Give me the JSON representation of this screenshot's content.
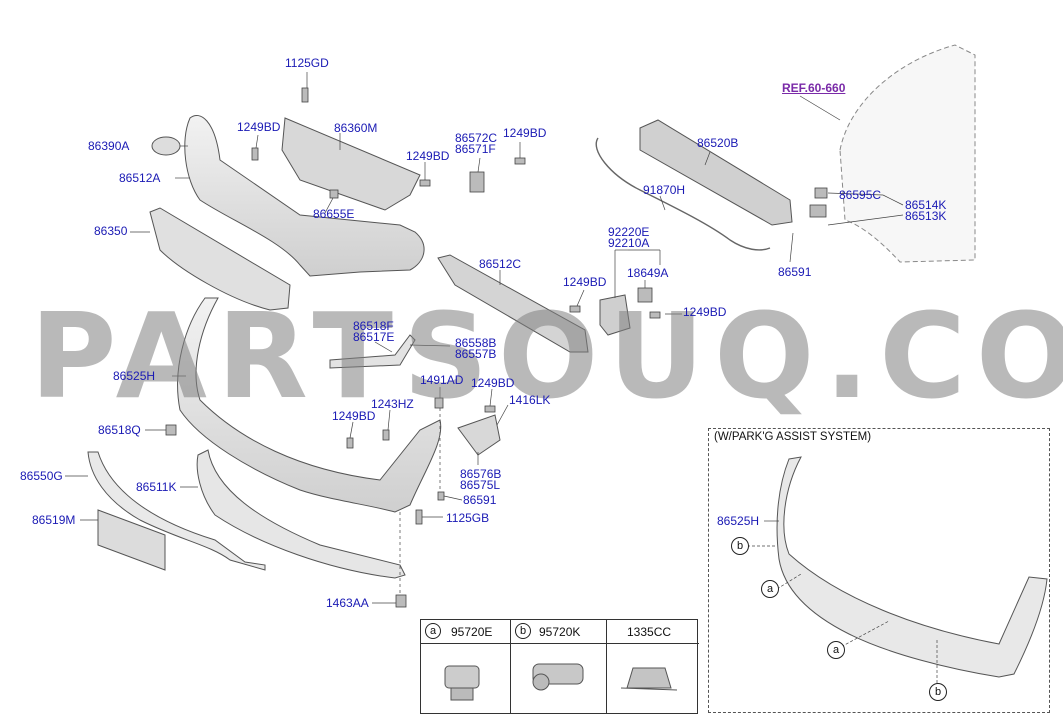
{
  "labels": {
    "l1125GD": "1125GD",
    "l86390A": "86390A",
    "l1249BD_a": "1249BD",
    "l86360M": "86360M",
    "l1249BD_b": "1249BD",
    "l86572C": "86572C",
    "l86571F": "86571F",
    "l1249BD_c": "1249BD",
    "l86520B": "86520B",
    "ref": "REF.60-660",
    "l86512A": "86512A",
    "l86655E": "86655E",
    "l91870H": "91870H",
    "l86595C": "86595C",
    "l86514K": "86514K",
    "l86513K": "86513K",
    "l86350": "86350",
    "l92220E": "92220E",
    "l92210A": "92210A",
    "l86512C": "86512C",
    "l18649A": "18649A",
    "l86591_top": "86591",
    "l1249BD_d": "1249BD",
    "l1249BD_e": "1249BD",
    "l86518F": "86518F",
    "l86517E": "86517E",
    "l86558B": "86558B",
    "l86557B": "86557B",
    "l86525H": "86525H",
    "l1491AD": "1491AD",
    "l1249BD_f": "1249BD",
    "l1243HZ": "1243HZ",
    "l1416LK": "1416LK",
    "l1249BD_g": "1249BD",
    "l86518Q": "86518Q",
    "l86576B": "86576B",
    "l86575L": "86575L",
    "l86550G": "86550G",
    "l86511K": "86511K",
    "l86591_bot": "86591",
    "l1125GB": "1125GB",
    "l86519M": "86519M",
    "l1463AA": "1463AA"
  },
  "watermark": "PARTSOUQ.COM",
  "inset": {
    "title": "(W/PARK'G ASSIST SYSTEM)",
    "part_label": "86525H",
    "callout_a": "a",
    "callout_b": "b"
  },
  "legend": {
    "col1_letter": "a",
    "col1_part": "95720E",
    "col2_letter": "b",
    "col2_part": "95720K",
    "col3_part": "1335CC"
  }
}
